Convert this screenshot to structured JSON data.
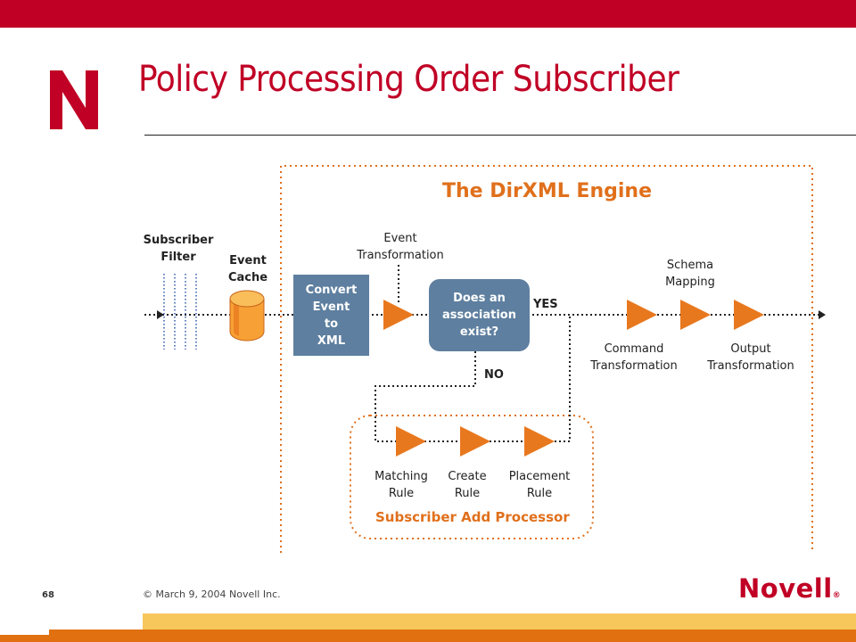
{
  "slide": {
    "title": "Policy Processing Order Subscriber",
    "page_number": "68",
    "copyright": "© March 9, 2004 Novell Inc.",
    "brand": "Novell",
    "brand_mark": "®",
    "logo_letter": "N"
  },
  "diagram": {
    "engine_title": "The DirXML Engine",
    "subscriber_filter": "Subscriber\nFilter",
    "event_cache": "Event\nCache",
    "convert_box": "Convert\nEvent\nto\nXML",
    "event_transformation": "Event\nTransformation",
    "decision_box": "Does an\nassociation\nexist?",
    "yes_label": "YES",
    "no_label": "NO",
    "schema_mapping": "Schema\nMapping",
    "command_transformation": "Command\nTransformation",
    "output_transformation": "Output\nTransformation",
    "matching_rule": "Matching\nRule",
    "create_rule": "Create\nRule",
    "placement_rule": "Placement\nRule",
    "add_processor_title": "Subscriber Add Processor"
  },
  "colors": {
    "brand_red": "#c00025",
    "accent_orange": "#e0701c",
    "process_blue": "#5e7f9f",
    "filter_blue": "#2b5aa8",
    "cache_orange": "#f7a035"
  }
}
